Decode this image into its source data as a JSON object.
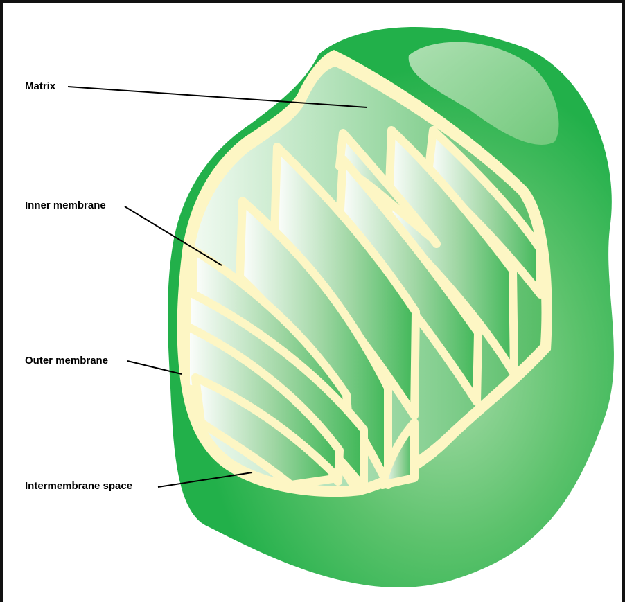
{
  "diagram": {
    "labels": {
      "matrix": "Matrix",
      "inner_membrane": "Inner membrane",
      "outer_membrane": "Outer membrane",
      "intermembrane_space": "Intermembrane space"
    }
  },
  "colors": {
    "outer_green": "#22b04a",
    "membrane_cream": "#fdf6c4",
    "matrix_light": "#eaf7ea",
    "frame": "#111111"
  }
}
